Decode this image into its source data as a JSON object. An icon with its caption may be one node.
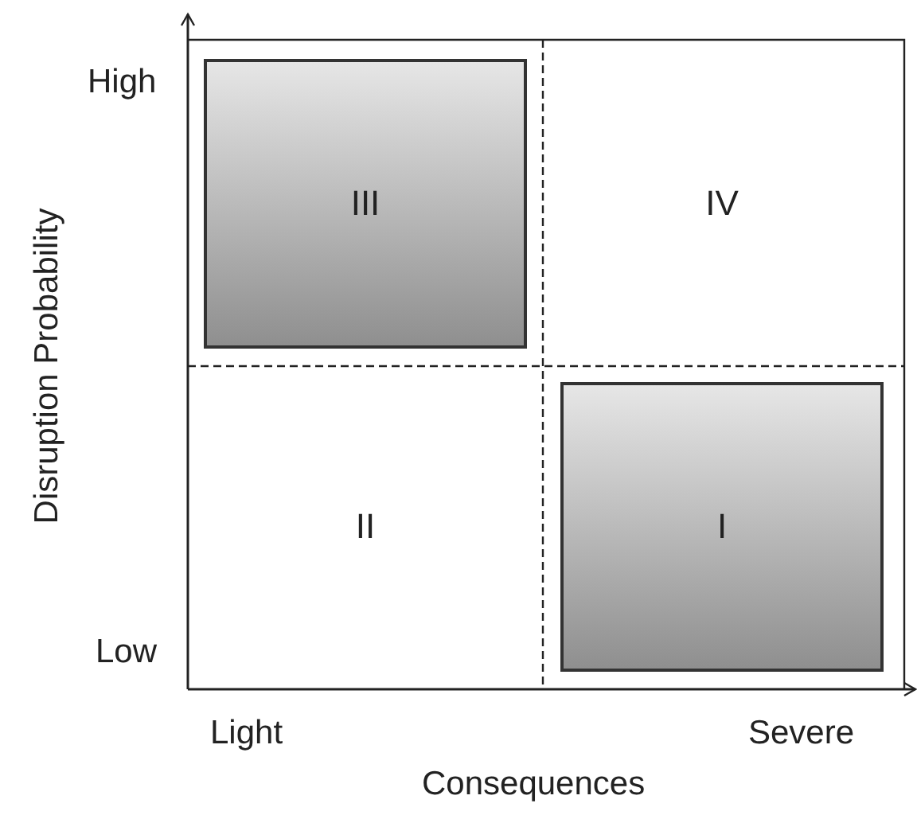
{
  "diagram": {
    "nodes": [
      {
        "text": [
          "III"
        ]
      },
      {
        "text": [
          "IV"
        ]
      },
      {
        "text": [
          "II"
        ]
      },
      {
        "text": [
          "I"
        ]
      }
    ],
    "labels": [
      "High",
      "Disruption Probability",
      "Low",
      "Light",
      "Severe",
      "Consequences"
    ]
  }
}
